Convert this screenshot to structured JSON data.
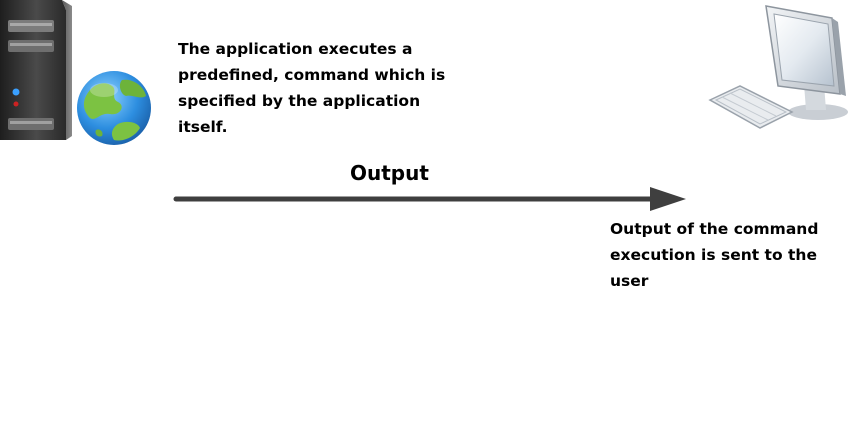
{
  "diagram": {
    "server": {
      "icon": "server-globe-icon"
    },
    "user_computer": {
      "icon": "desktop-computer-icon"
    },
    "application_text": "The application executes a predefined, command which is specified by the application itself.",
    "flow_label": "Output",
    "result_text": "Output of the command execution is sent to the user",
    "arrow_direction": "left-to-right",
    "colors": {
      "arrow": "#3f3f3f",
      "text": "#000000",
      "server_body": "#2f2f2f",
      "globe_ocean": "#2d8ee0",
      "globe_land": "#7cc242",
      "monitor": "#d8dde3"
    }
  }
}
